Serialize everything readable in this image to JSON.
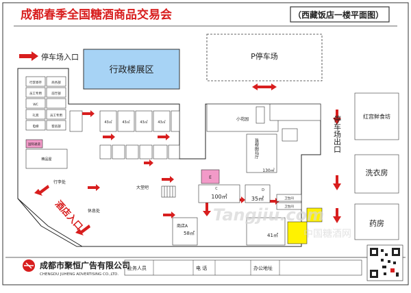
{
  "header": {
    "title": "成都春季全国糖酒商品交易会",
    "subtitle": "（西藏饭店一楼平面图）"
  },
  "labels": {
    "parking_entrance": "停车场入口",
    "admin_building": "行政楼展区",
    "p_parking": "P停车场",
    "parking_exit": "停车场出口",
    "hotel_entrance": "酒店入口",
    "hongsheng": "红宫鲜食坊",
    "laundry": "洗衣房",
    "pharmacy": "药房",
    "small_garden": "小花园",
    "zhuzhu_hall": "珠穆朗玛厅",
    "zhuzhu_area": "130㎡",
    "lobby_bar": "大堂吧",
    "luggage": "行李处",
    "rest_area": "休息处",
    "jingpin": "精品屋",
    "room_c": "C",
    "room_c_area": "100㎡",
    "room_d": "D",
    "room_d_area": "35㎡",
    "room_e": "E",
    "shop_a": "商店A",
    "shop_a_area": "58㎡",
    "area_41": "41㎡",
    "area_43": "43㎡",
    "toilet": "卫生间",
    "elevator": "电梯",
    "west_items": [
      "行李寄存",
      "商务部",
      "员工专用",
      "前厅部",
      "WC",
      "礼宾",
      "员工专用",
      "电梯",
      "客房部",
      "国际通道",
      "精品屋"
    ]
  },
  "footer": {
    "company_cn": "成都市聚恒广告有限公司",
    "company_en": "CHENGDU JUHENG ADVERTISING CO.,LTD.",
    "salesperson_label": "业务人员",
    "phone_label": "电  话",
    "office_label": "办公地址"
  },
  "watermark": "Tangjiu.com",
  "watermark_cn": "中国糖酒网",
  "colors": {
    "title": "#d81e1e",
    "admin_fill": "#a7d3f5",
    "pink": "#f29ac8",
    "yellow": "#fff200",
    "arrow": "#d81e1e",
    "logo": "#d81e1e"
  }
}
